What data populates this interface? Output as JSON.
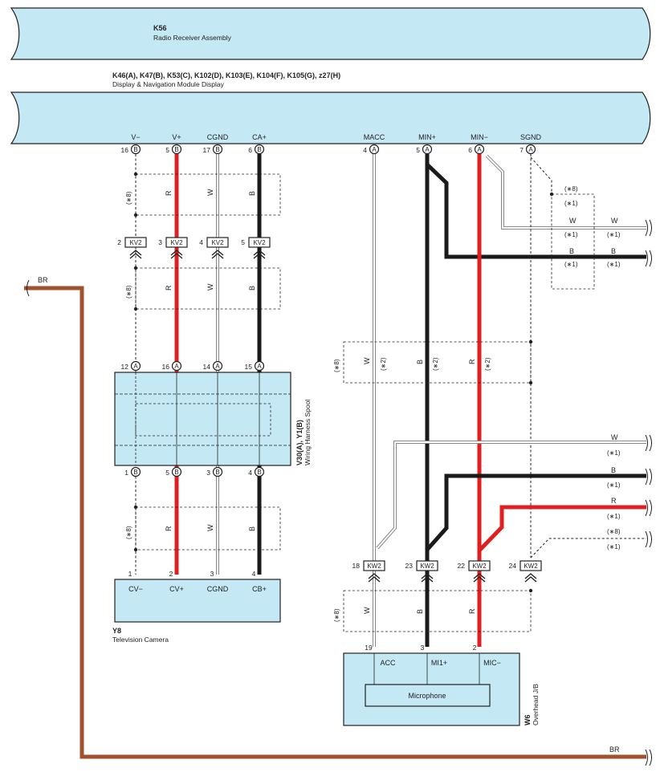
{
  "components": {
    "k56": {
      "code": "K56",
      "name": "Radio Receiver Assembly"
    },
    "display": {
      "code": "K46(A), K47(B), K53(C), K102(D), K103(E), K104(F), K105(G), z27(H)",
      "name": "Display & Navigation Module Display"
    },
    "spool": {
      "code": "V30(A), Y1(B)",
      "name": "Wiring Harness Spool"
    },
    "camera": {
      "code": "Y8",
      "name": "Television Camera"
    },
    "overhead": {
      "code": "W6",
      "name": "Overhead J/B",
      "inner": "Microphone"
    }
  },
  "display_terminals": [
    {
      "label": "V−",
      "pin": "16",
      "conn": "B"
    },
    {
      "label": "V+",
      "pin": "5",
      "conn": "B"
    },
    {
      "label": "CGND",
      "pin": "17",
      "conn": "B"
    },
    {
      "label": "CA+",
      "pin": "6",
      "conn": "B"
    },
    {
      "label": "MACC",
      "pin": "4",
      "conn": "A"
    },
    {
      "label": "MIN+",
      "pin": "5",
      "conn": "A"
    },
    {
      "label": "MIN−",
      "pin": "6",
      "conn": "A"
    },
    {
      "label": "SGND",
      "pin": "7",
      "conn": "A"
    }
  ],
  "kv2": {
    "name": "KV2",
    "pins": [
      "2",
      "3",
      "4",
      "5"
    ]
  },
  "spool_top": {
    "conn": "A",
    "pins": [
      "12",
      "16",
      "14",
      "15"
    ]
  },
  "spool_bottom": {
    "conn": "B",
    "pins": [
      "1",
      "5",
      "3",
      "4"
    ]
  },
  "camera_terminals": [
    {
      "label": "CV−",
      "pin": "1"
    },
    {
      "label": "CV+",
      "pin": "2"
    },
    {
      "label": "CGND",
      "pin": "3"
    },
    {
      "label": "CB+",
      "pin": "4"
    }
  ],
  "kw2": {
    "name": "KW2",
    "pins": [
      "18",
      "23",
      "22",
      "24"
    ]
  },
  "overhead_terminals": [
    {
      "label": "ACC",
      "pin": "19"
    },
    {
      "label": "MI1+",
      "pin": "3"
    },
    {
      "label": "MIC−",
      "pin": "2"
    }
  ],
  "wire_colors": {
    "r": "R",
    "w": "W",
    "b": "B",
    "br": "BR"
  },
  "notes": {
    "n8": "(∗8)",
    "n1": "(∗1)",
    "n2": "(∗2)"
  },
  "colors": {
    "red": "#e02020",
    "black": "#1a1a1a",
    "white_wire": "#b0b0b0",
    "brown": "#a0522d",
    "box_fill": "#c5e8f5"
  }
}
